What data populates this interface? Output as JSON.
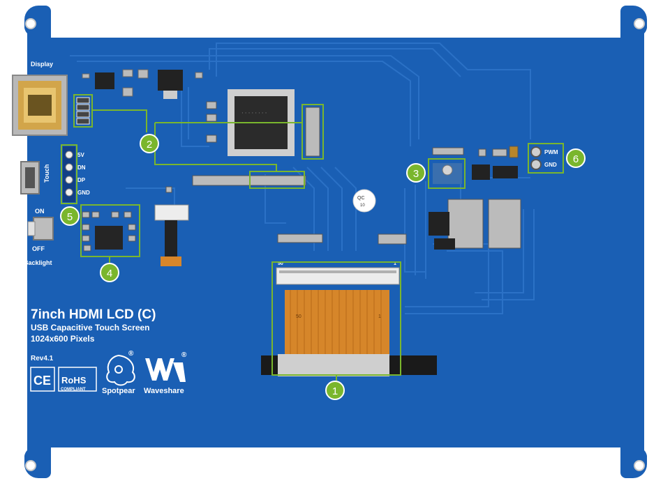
{
  "board": {
    "title": "7inch HDMI LCD (C)",
    "subtitle": "USB Capacitive Touch Screen",
    "resolution": "1024x600 Pixels",
    "revision": "Rev4.1",
    "colors": {
      "pcb": "#1a5fb4",
      "trace": "#2a70c4",
      "silkscreen": "#ffffff",
      "callout": "#7ab62d",
      "ribbon": "#d6862a",
      "chip": "#333333"
    }
  },
  "labels": {
    "display": "Display",
    "touch": "Touch",
    "pin_5v": "5V",
    "pin_dn": "DN",
    "pin_dp": "DP",
    "pin_gnd": "GND",
    "switch_on": "ON",
    "switch_off": "OFF",
    "backlight": "Backlight",
    "pwm": "PWM",
    "gnd": "GND",
    "fpc_left": "50",
    "fpc_right": "1",
    "ribbon_left": "50",
    "ribbon_right": "1",
    "qc_top": "QC",
    "qc_bottom": "10"
  },
  "logos": {
    "ce": "CE",
    "rohs": "RoHS",
    "rohs_sub": "COMPLIANT",
    "spotpear": "Spotpear",
    "waveshare": "Waveshare",
    "registered": "®"
  },
  "callouts": [
    {
      "number": "1"
    },
    {
      "number": "2"
    },
    {
      "number": "3"
    },
    {
      "number": "4"
    },
    {
      "number": "5"
    },
    {
      "number": "6"
    }
  ]
}
